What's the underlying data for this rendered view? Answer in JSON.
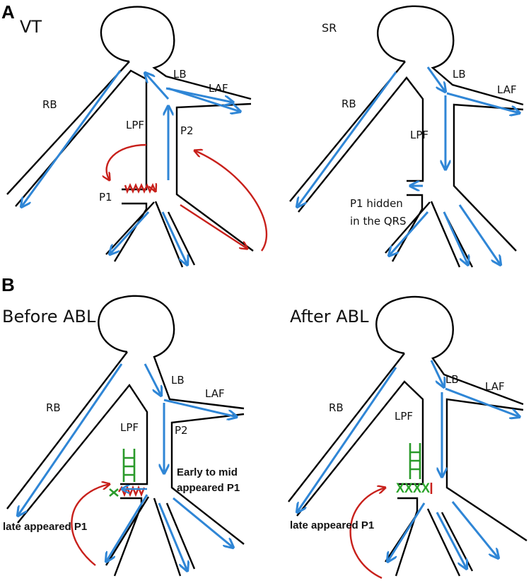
{
  "colors": {
    "conduction": "#2f86d6",
    "reentry": "#c8201b",
    "ablation": "#2a9a2a",
    "outline": "#000000"
  },
  "panels": {
    "A": {
      "letter": "A"
    },
    "B": {
      "letter": "B"
    }
  },
  "diagrams": {
    "vt": {
      "title": "VT",
      "labels": {
        "rb": "RB",
        "lb": "LB",
        "laf": "LAF",
        "lpf": "LPF",
        "p2": "P2",
        "p1": "P1"
      }
    },
    "sr": {
      "title": "SR",
      "labels": {
        "rb": "RB",
        "lb": "LB",
        "laf": "LAF",
        "lpf": "LPF",
        "note_line1": "P1 hidden",
        "note_line2": "in the QRS"
      }
    },
    "before": {
      "title": "Before ABL",
      "labels": {
        "rb": "RB",
        "lb": "LB",
        "laf": "LAF",
        "lpf": "LPF",
        "p2": "P2",
        "early_line1": "Early to mid",
        "early_line2": "appeared P1",
        "late": "late appeared P1"
      }
    },
    "after": {
      "title": "After ABL",
      "labels": {
        "rb": "RB",
        "lb": "LB",
        "laf": "LAF",
        "lpf": "LPF",
        "xs": "XXXX",
        "late": "late appeared P1"
      }
    }
  }
}
